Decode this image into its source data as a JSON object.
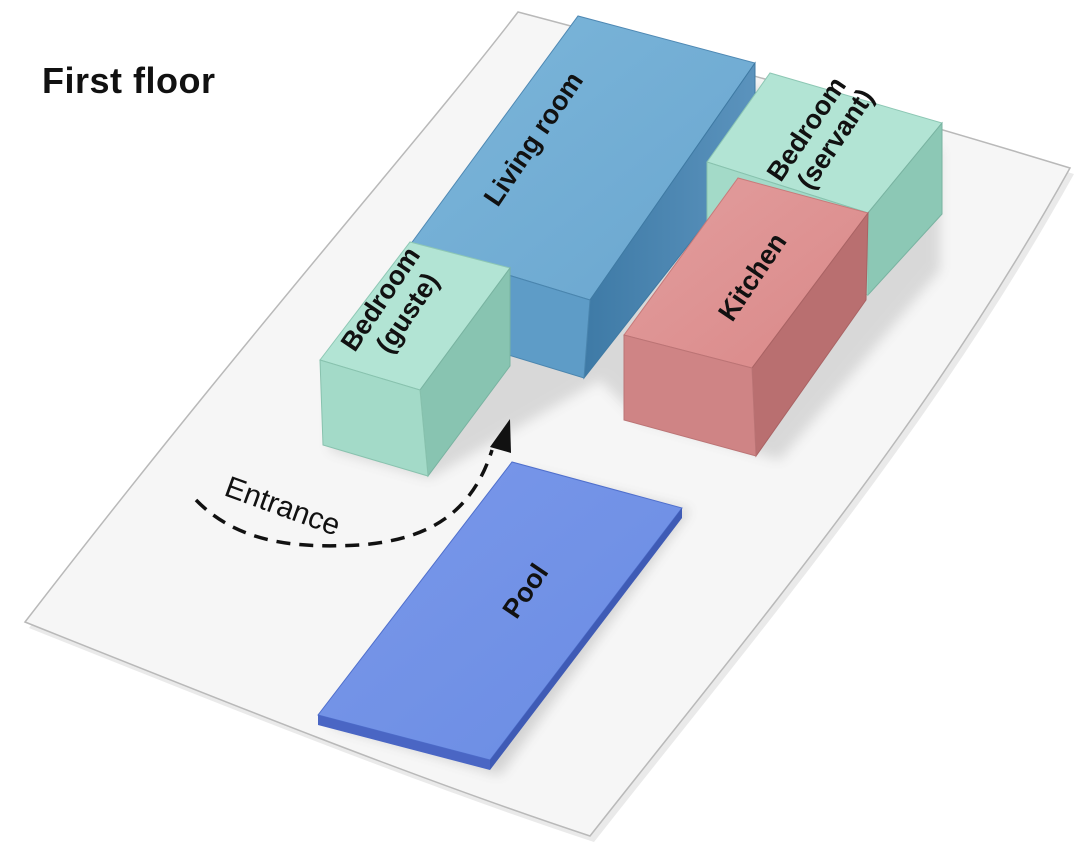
{
  "title": "First floor",
  "rooms": {
    "living_room": {
      "label": "Living room"
    },
    "bedroom_guest": {
      "line1": "Bedroom",
      "line2": "(guste)"
    },
    "bedroom_servant": {
      "line1": "Bedroom",
      "line2": "(servant)"
    },
    "kitchen": {
      "label": "Kitchen"
    },
    "pool": {
      "label": "Pool"
    }
  },
  "entrance": {
    "label": "Entrance"
  },
  "colors": {
    "living_room": "#6aa8cf",
    "bedroom": "#a8dccb",
    "kitchen": "#d98d8d",
    "pool": "#6f8ee3",
    "ground": "#f5f5f5"
  }
}
